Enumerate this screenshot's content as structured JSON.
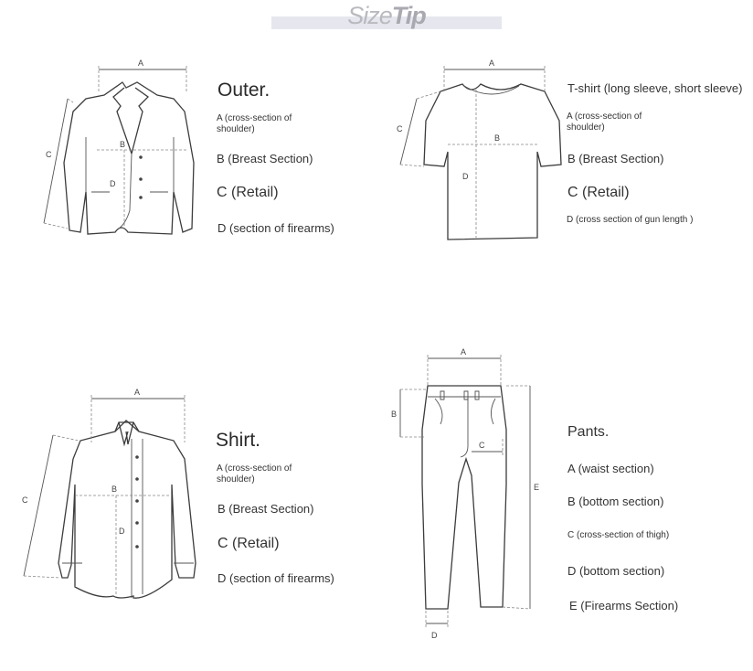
{
  "title": {
    "part1": "Size",
    "part2": "Tip"
  },
  "outer": {
    "heading": "Outer.",
    "a": "A (cross-section of shoulder)",
    "b": "B (Breast Section)",
    "c": "C (Retail)",
    "d": "D (section of firearms)"
  },
  "tshirt": {
    "heading": "T-shirt (long sleeve, short sleeve)",
    "a": "A (cross-section of shoulder)",
    "b": "B (Breast Section)",
    "c": "C (Retail)",
    "d": "D (cross section of gun length )"
  },
  "shirt": {
    "heading": "Shirt.",
    "a": "A (cross-section of shoulder)",
    "b": "B (Breast Section)",
    "c": "C (Retail)",
    "d": "D (section of firearms)"
  },
  "pants": {
    "heading": "Pants.",
    "a": "A (waist section)",
    "b": "B (bottom section)",
    "c": "C (cross-section of thigh)",
    "d": "D (bottom section)",
    "e": "E (Firearms Section)"
  },
  "markers": {
    "a": "A",
    "b": "B",
    "c": "C",
    "d": "D",
    "e": "E"
  }
}
